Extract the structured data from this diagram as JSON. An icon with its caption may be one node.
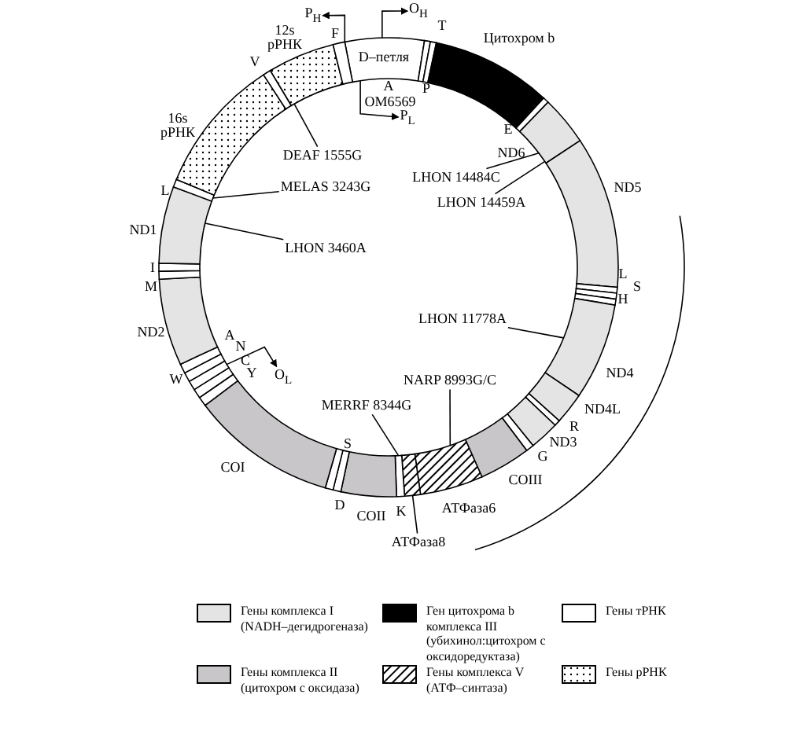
{
  "diagram": {
    "nodes": [
      {
        "text": [
          "D–петля"
        ]
      },
      {
        "text": [
          "P"
        ]
      },
      {
        "text": [
          "T"
        ]
      },
      {
        "text": [
          "Цитохром b"
        ]
      },
      {
        "text": [
          "E"
        ]
      },
      {
        "text": [
          "ND6"
        ]
      },
      {
        "text": [
          "ND5"
        ]
      },
      {
        "text": [
          "L"
        ]
      },
      {
        "text": [
          "S"
        ]
      },
      {
        "text": [
          "H"
        ]
      },
      {
        "text": [
          "ND4"
        ]
      },
      {
        "text": [
          "ND4L"
        ]
      },
      {
        "text": [
          "R"
        ]
      },
      {
        "text": [
          "ND3"
        ]
      },
      {
        "text": [
          "G"
        ]
      },
      {
        "text": [
          "COIII"
        ]
      },
      {
        "text": [
          "АТФаза6"
        ]
      },
      {
        "text": [],
        "shape": "bar"
      },
      {
        "text": [
          "K"
        ]
      },
      {
        "text": [
          "COII"
        ]
      },
      {
        "text": [
          "S"
        ]
      },
      {
        "text": [
          "D"
        ]
      },
      {
        "text": [
          "COI"
        ]
      },
      {
        "text": [
          "Y"
        ]
      },
      {
        "text": [
          "C"
        ]
      },
      {
        "text": [
          "N"
        ]
      },
      {
        "text": [
          "A"
        ]
      },
      {
        "text": [
          "W"
        ]
      },
      {
        "text": [
          "ND2"
        ]
      },
      {
        "text": [
          "M"
        ]
      },
      {
        "text": [
          "I"
        ]
      },
      {
        "text": [
          "ND1"
        ]
      },
      {
        "text": [
          "L"
        ]
      },
      {
        "text": [
          "16s рРНК"
        ]
      },
      {
        "text": [
          "V"
        ]
      },
      {
        "text": [
          "12s рРНК"
        ]
      },
      {
        "text": [
          "F"
        ]
      },
      {
        "text": [
          "DEAF 1555G"
        ]
      },
      {
        "text": [
          "MELAS 3243G"
        ]
      },
      {
        "text": [
          "LHON 3460A"
        ]
      },
      {
        "text": [
          "LHON 14484C"
        ]
      },
      {
        "text": [
          "LHON 14459A"
        ]
      },
      {
        "text": [
          "LHON 11778A"
        ]
      },
      {
        "text": [
          "NARP 8993G/C"
        ]
      },
      {
        "text": [
          "MERRF 8344G"
        ]
      },
      {
        "text": [
          "АТФаза8"
        ]
      },
      {
        "text": [
          "O$_{H}$"
        ]
      },
      {
        "text": [
          "P$_{H}$"
        ]
      },
      {
        "text": [
          "P$_{L}$"
        ]
      },
      {
        "text": [
          "O$_{L}$"
        ]
      }
    ],
    "edges": [
      {
        "from": 37,
        "to": 35,
        "arrow": "none"
      },
      {
        "from": 38,
        "to": 32,
        "arrow": "none"
      },
      {
        "from": 39,
        "to": 31,
        "arrow": "none"
      },
      {
        "from": 40,
        "to": 5,
        "arrow": "none"
      },
      {
        "from": 41,
        "to": 5,
        "arrow": "none"
      },
      {
        "from": 42,
        "to": 10,
        "arrow": "none"
      },
      {
        "from": 43,
        "to": 16,
        "arrow": "none"
      },
      {
        "from": 44,
        "to": 18,
        "arrow": "none"
      },
      {
        "from": 45,
        "to": 17,
        "arrow": "none"
      },
      {
        "from": 0,
        "to": 46,
        "arrow": "to"
      },
      {
        "from": 36,
        "to": 47,
        "arrow": "to"
      },
      {
        "from": 0,
        "to": 48,
        "arrow": "to"
      },
      {
        "from": 25,
        "to": 49,
        "arrow": "to"
      }
    ],
    "labels": [
      "A",
      "OM6569"
    ],
    "legend": [
      {
        "text": "Гены комплекса I (NADH–дегидрогеназа)",
        "color": "#e4e4e4"
      },
      {
        "text": "Ген цитохрома b комплекса III (убихинол:цитохром с оксидоредуктаза)",
        "color": "#000000"
      },
      {
        "text": "Гены тРНК",
        "color": "#ffffff"
      },
      {
        "text": "Гены комплекса II (цитохром с оксидаза)",
        "color": "#c8c6c8"
      },
      {
        "text": "Гены комплекса V (АТФ–синтаза)"
      },
      {
        "text": "Гены рРНК"
      }
    ]
  }
}
